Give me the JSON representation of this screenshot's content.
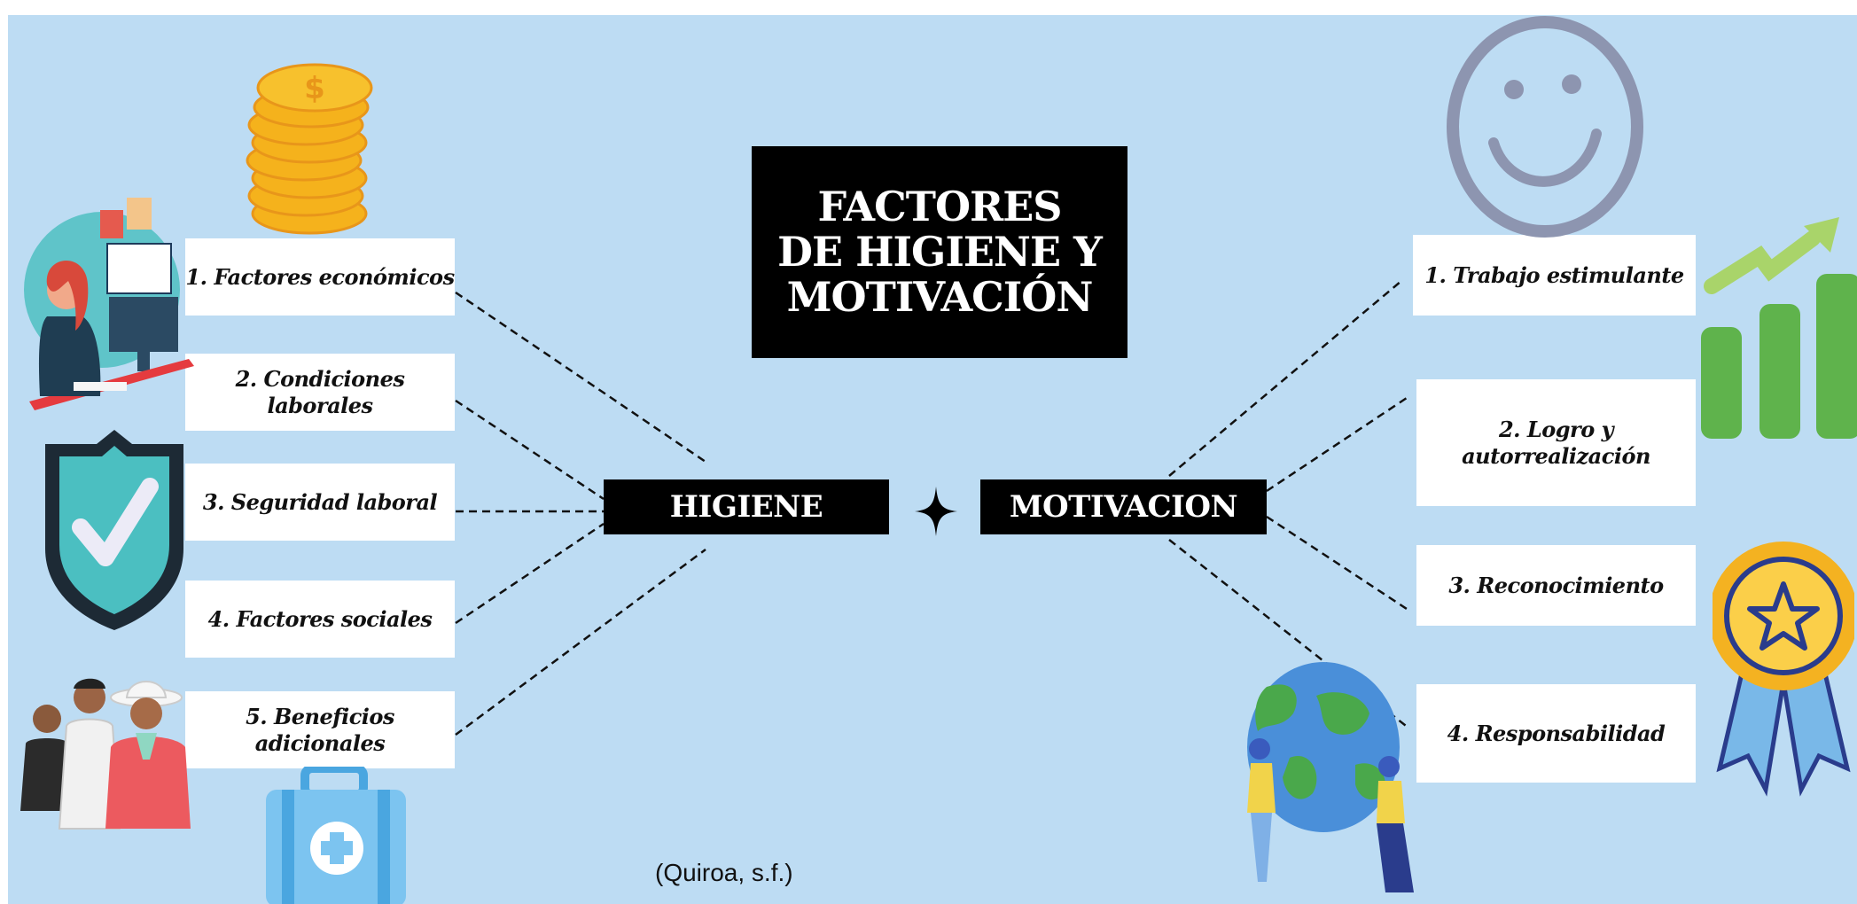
{
  "title": {
    "line1": "FACTORES",
    "line2": "DE HIGIENE Y",
    "line3": "MOTIVACIÓN"
  },
  "hygiene": {
    "label": "HIGIENE",
    "items": [
      "1. Factores económicos",
      "2. Condiciones laborales",
      "3. Seguridad laboral",
      "4. Factores sociales",
      "5. Beneficios adicionales"
    ]
  },
  "motivation": {
    "label": "MOTIVACION",
    "items": [
      "1. Trabajo estimulante",
      "2. Logro y",
      "autorrealización",
      "3. Reconocimiento",
      "4. Responsabilidad"
    ]
  },
  "citation": "(Quiroa, s.f.)",
  "colors": {
    "background": "#bddcf3",
    "box": "#000000",
    "card": "#ffffff",
    "connector": "#111111"
  },
  "icons": [
    "coin-stack-icon",
    "office-worker-icon",
    "shield-check-icon",
    "people-group-icon",
    "first-aid-kit-icon",
    "smiley-face-icon",
    "growth-chart-icon",
    "award-ribbon-icon",
    "globe-people-icon",
    "sparkle-icon"
  ]
}
